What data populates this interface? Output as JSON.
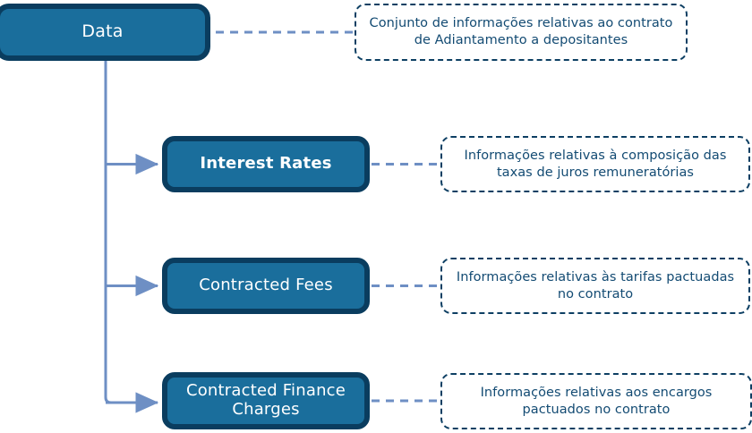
{
  "diagram": {
    "type": "tree-with-notes",
    "language": "pt-BR / en",
    "colors": {
      "node_fill": "#1a6e9c",
      "node_border": "#0a3d5f",
      "node_text": "#ffffff",
      "note_border": "#0d3f63",
      "note_text": "#134b73",
      "note_fill": "#ffffff",
      "connector": "#6e8fc4",
      "background": "#ffffff"
    },
    "nodes": [
      {
        "id": "root",
        "label": "Data",
        "level": 0,
        "note": "Conjunto de informações relativas ao contrato de Adiantamento a depositantes"
      },
      {
        "id": "interest-rates",
        "label": "Interest Rates",
        "level": 1,
        "note": "Informações relativas à composição das taxas de juros remuneratórias"
      },
      {
        "id": "contracted-fees",
        "label": "Contracted Fees",
        "level": 1,
        "note": "Informações relativas às tarifas pactuadas no contrato"
      },
      {
        "id": "contracted-finance-charges",
        "label": "Contracted Finance\nCharges",
        "level": 1,
        "note": "Informações relativas aos encargos pactuados no contrato"
      }
    ]
  }
}
